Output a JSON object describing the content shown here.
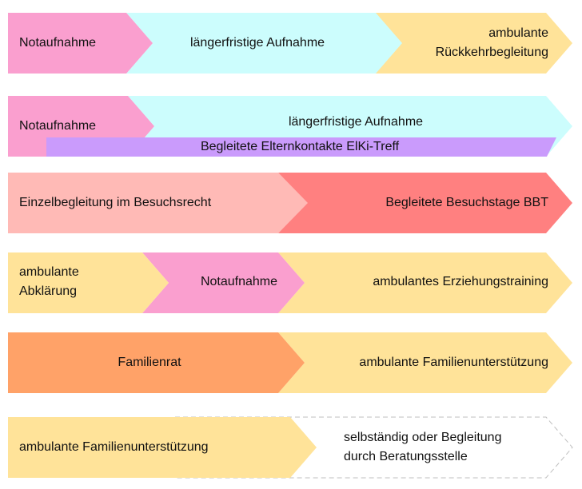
{
  "colors": {
    "pink": "#FA9FCF",
    "cyan": "#CCFDFD",
    "yellow": "#FFE399",
    "purple": "#CA9BFC",
    "salmon_light": "#FFBAB6",
    "salmon": "#FF8080",
    "orange": "#FFA268",
    "dashed_border": "#BFBFBF"
  },
  "rows": [
    {
      "segments": [
        {
          "label": "Notaufnahme"
        },
        {
          "label": "längerfristige Aufnahme"
        },
        {
          "label_line1": "ambulante",
          "label_line2": "Rückkehrbegleitung"
        }
      ]
    },
    {
      "segments": [
        {
          "label": "Notaufnahme"
        },
        {
          "label": "längerfristige Aufnahme"
        },
        {
          "label": "Begleitete Elternkontakte ElKi-Treff"
        }
      ]
    },
    {
      "segments": [
        {
          "label": "Einzelbegleitung im Besuchsrecht"
        },
        {
          "label": "Begleitete Besuchstage BBT"
        }
      ]
    },
    {
      "segments": [
        {
          "label_line1": "ambulante",
          "label_line2": "Abklärung"
        },
        {
          "label": "Notaufnahme"
        },
        {
          "label": "ambulantes Erziehungstraining"
        }
      ]
    },
    {
      "segments": [
        {
          "label": "Familienrat"
        },
        {
          "label": "ambulante Familienunterstützung"
        }
      ]
    },
    {
      "segments": [
        {
          "label": "ambulante Familienunterstützung"
        },
        {
          "label_line1": "selbständig oder Begleitung",
          "label_line2": "durch Beratungsstelle"
        }
      ]
    }
  ]
}
